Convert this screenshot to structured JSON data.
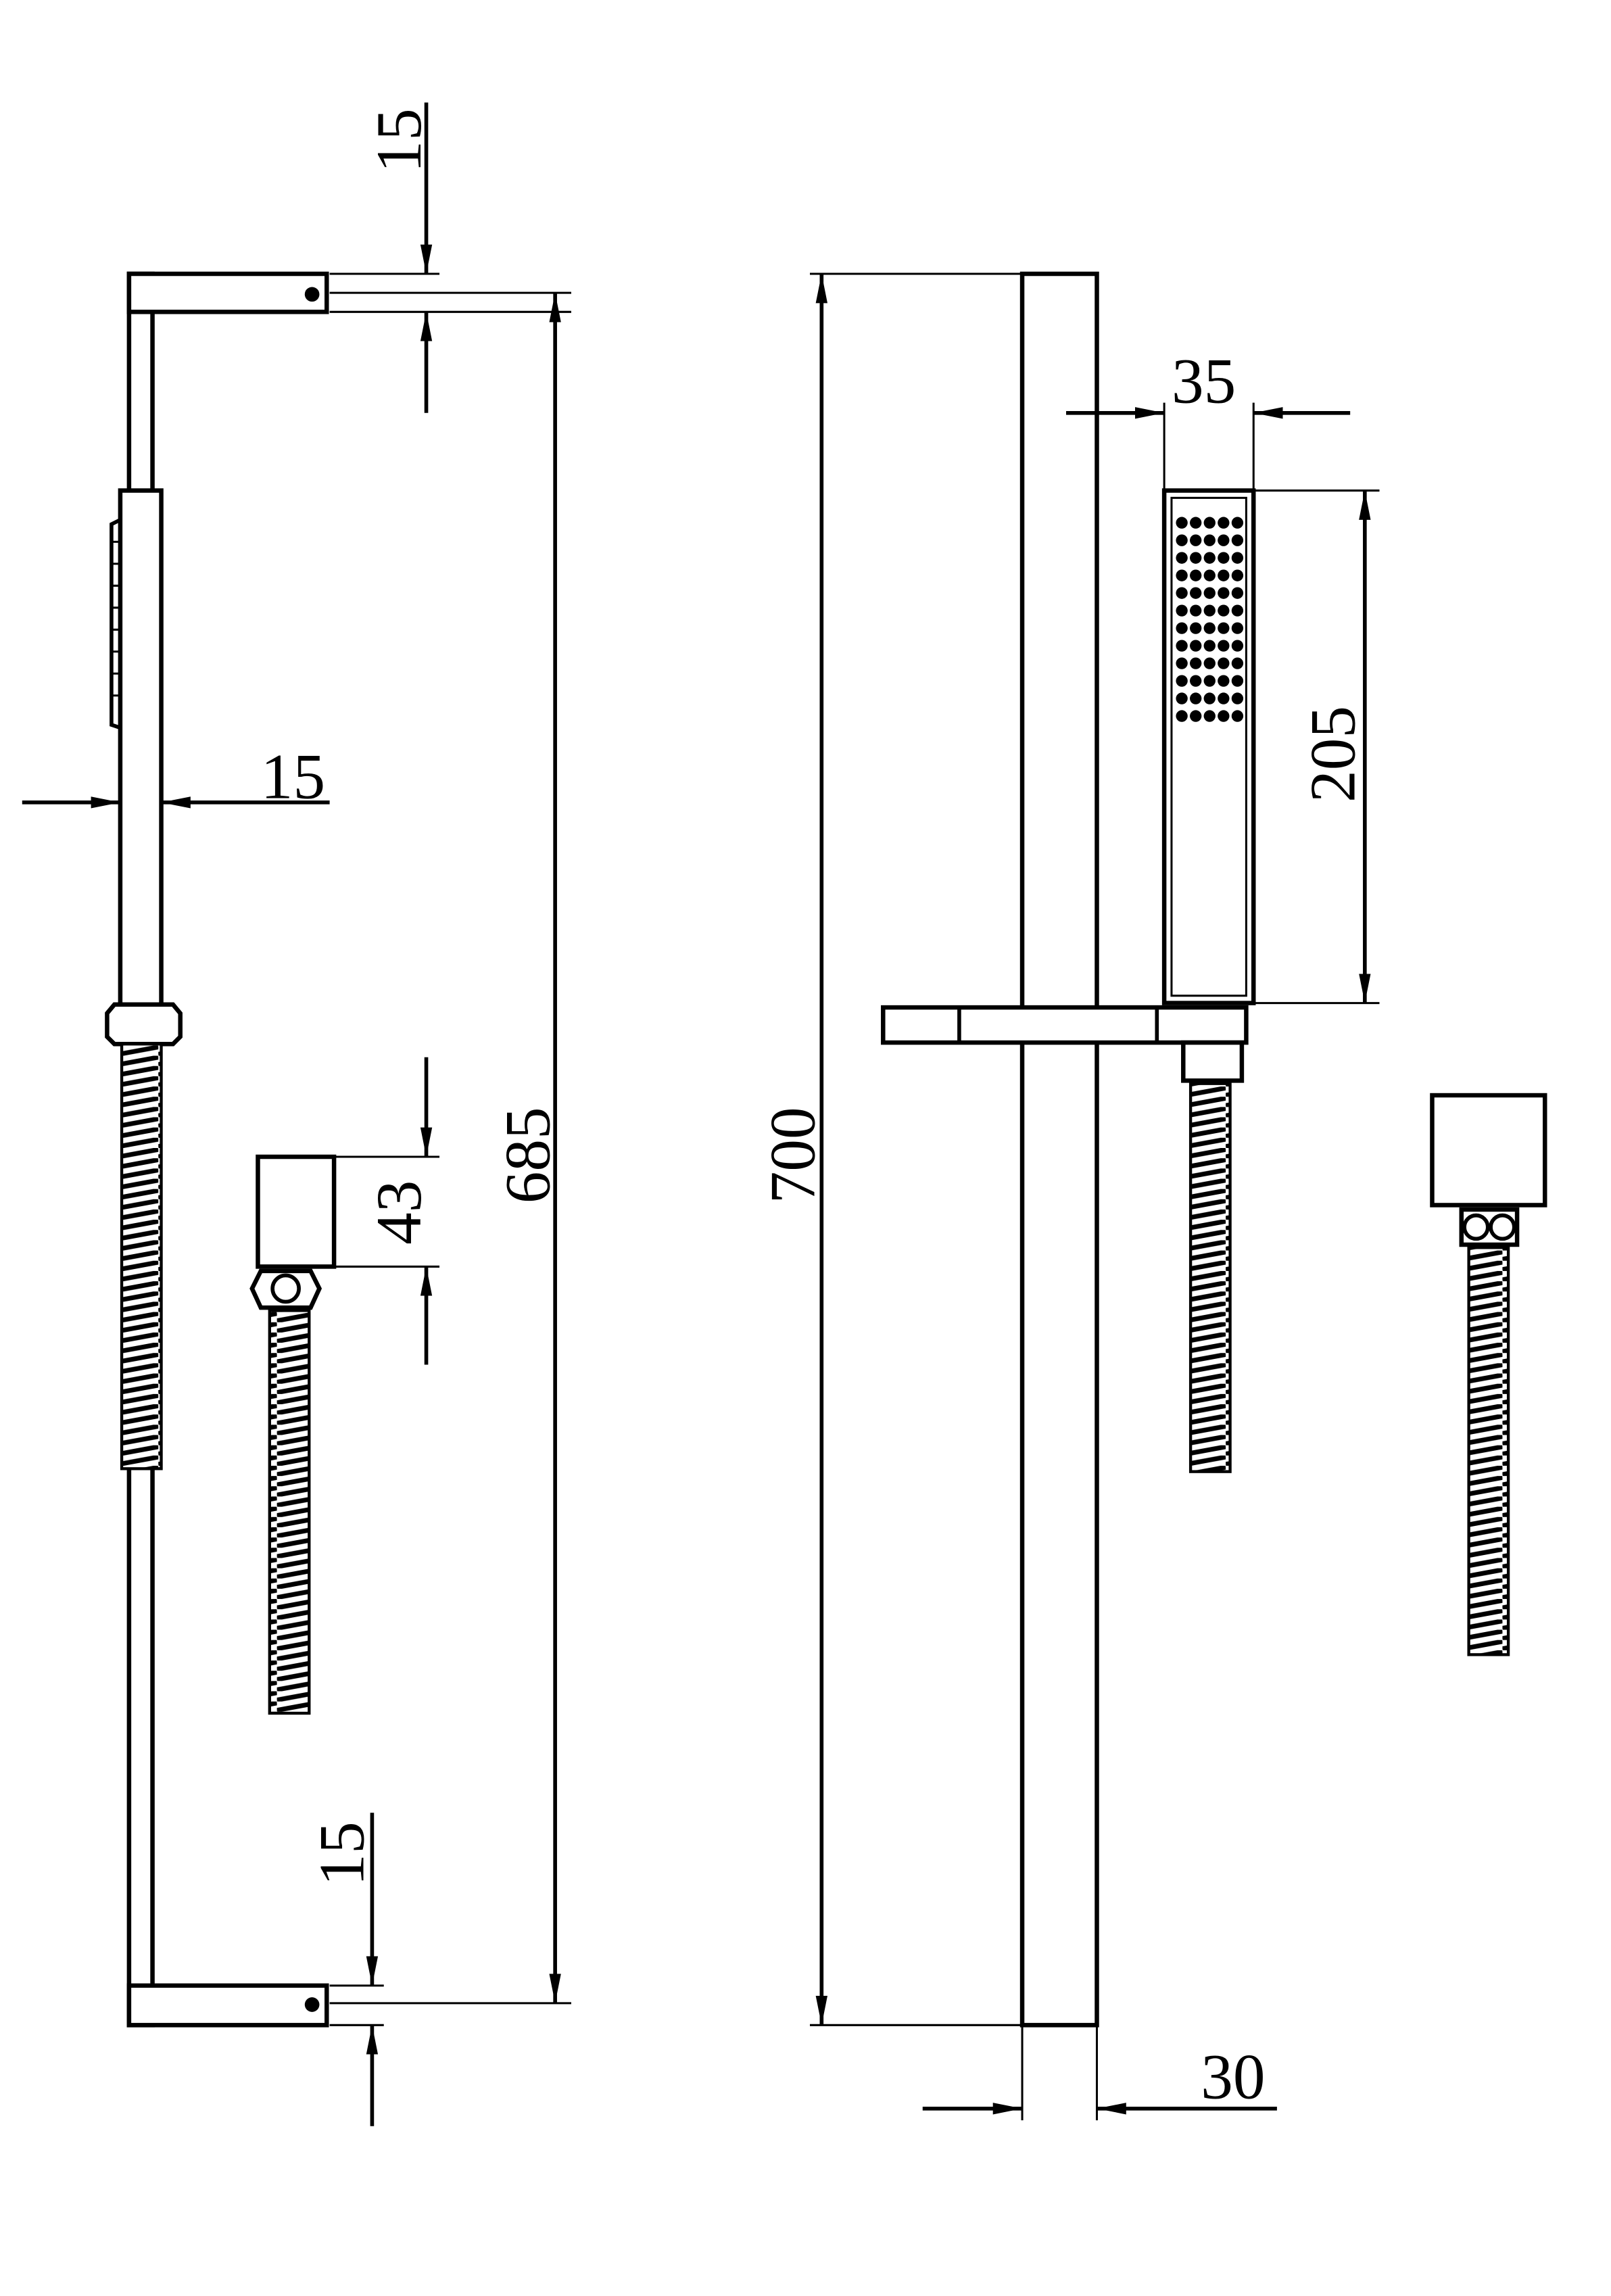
{
  "drawing": {
    "side_view": {
      "top_arm_offset": "15",
      "overall_height": "685",
      "rail_width": "15",
      "wall_elbow_height": "43",
      "bottom_arm_offset": "15"
    },
    "front_view": {
      "rail_length": "700",
      "handset_width": "35",
      "handset_length": "205",
      "rail_width": "30"
    },
    "line_color": "#000000",
    "background": "#ffffff"
  }
}
